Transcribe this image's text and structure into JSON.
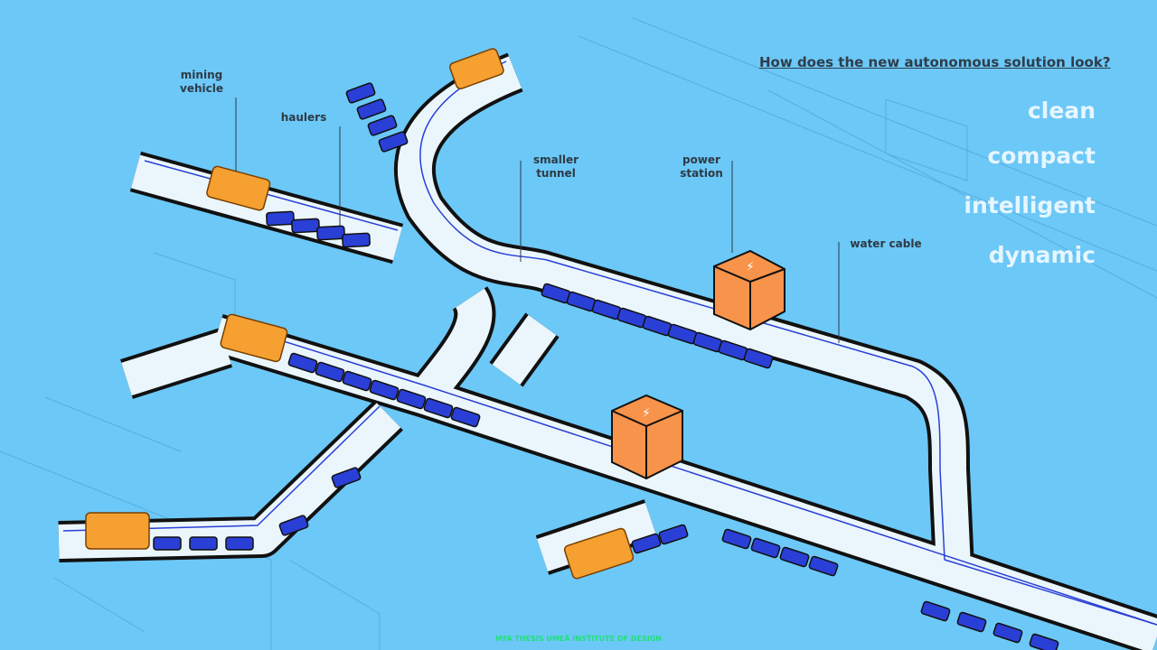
{
  "slide": {
    "question": "How does the new autonomous solution look?",
    "keywords": [
      "clean",
      "compact",
      "intelligent",
      "dynamic"
    ],
    "footer": "MFA THESIS UMEÅ INSTITUTE OF DESIGN"
  },
  "labels": {
    "mining_vehicle": "mining\nvehicle",
    "haulers": "haulers",
    "smaller_tunnel": "smaller\ntunnel",
    "power_station": "power\nstation",
    "water_cable": "water cable"
  },
  "colors": {
    "background": "#6cc8f7",
    "tunnel_wall": "#eaf6fc",
    "vehicle": "#f5a030",
    "hauler": "#2a3fd6",
    "power_station": "#f7934a",
    "footer": "#22e07a"
  }
}
